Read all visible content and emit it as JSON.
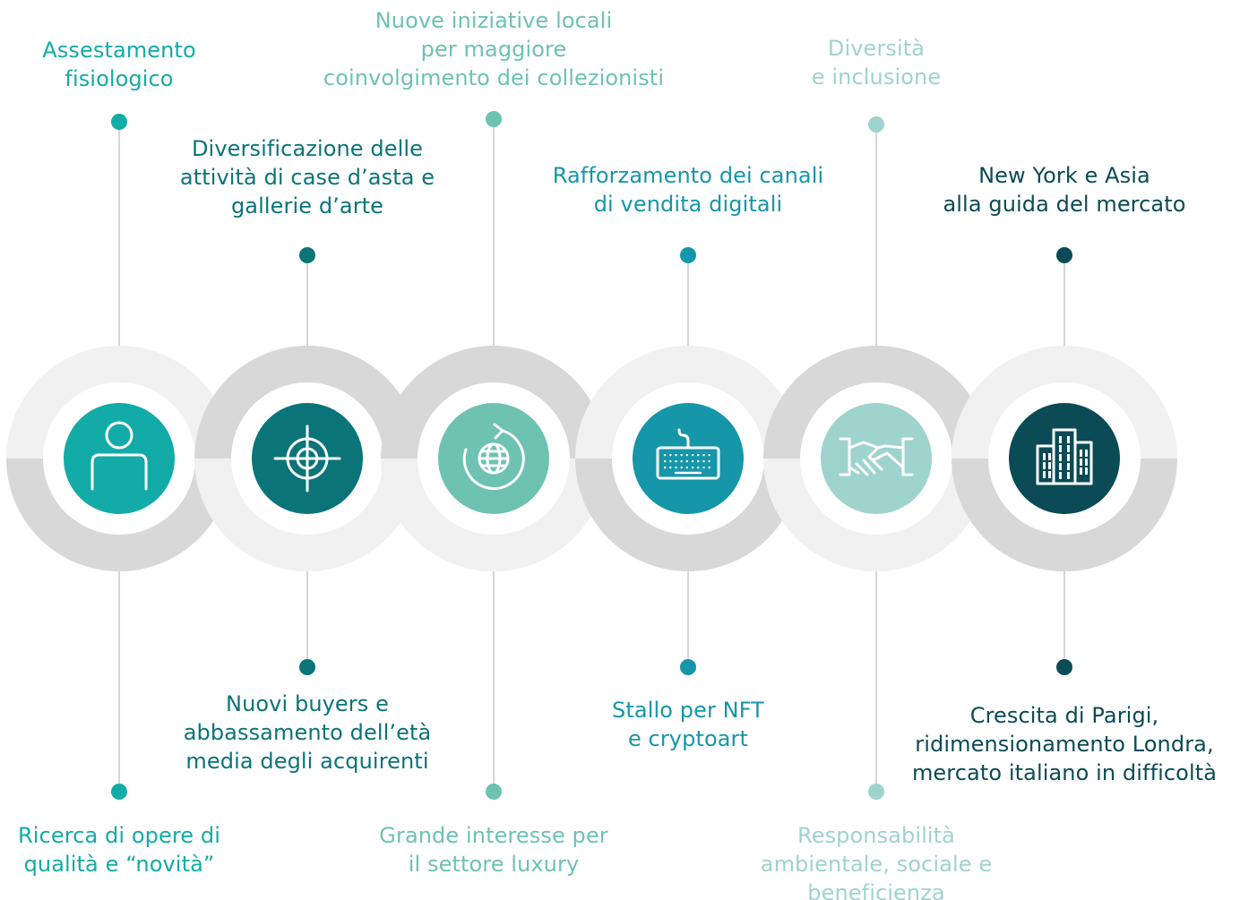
{
  "items": [
    {
      "id": "assestamento",
      "icon": "person-icon",
      "color": "#13ABA7",
      "top_text": [
        "Assestamento",
        "fisiologico"
      ],
      "bottom_text": [
        "Ricerca di opere di",
        "qualità e “novità”"
      ]
    },
    {
      "id": "diversificazione",
      "icon": "target-crosshair-icon",
      "color": "#0A7479",
      "top_text": [
        "Diversificazione delle",
        "attività di case d’asta e",
        "gallerie d’arte"
      ],
      "bottom_text": [
        "Nuovi buyers e",
        "abbassamento dell’età",
        "media degli acquirenti"
      ]
    },
    {
      "id": "iniziative",
      "icon": "globe-refresh-icon",
      "color": "#6EC2B2",
      "top_text": [
        "Nuove iniziative locali",
        "per maggiore",
        "coinvolgimento dei collezionisti"
      ],
      "bottom_text": [
        "Grande interesse per",
        "il settore luxury"
      ]
    },
    {
      "id": "digitale",
      "icon": "keyboard-icon",
      "color": "#1596A9",
      "top_text": [
        "Rafforzamento dei canali",
        "di vendita digitali"
      ],
      "bottom_text": [
        "Stallo per NFT",
        "e cryptoart"
      ]
    },
    {
      "id": "diversita",
      "icon": "handshake-icon",
      "color": "#9FD3CE",
      "top_text": [
        "Diversità",
        "e inclusione"
      ],
      "bottom_text": [
        "Responsabilità",
        "ambientale, sociale e",
        "beneficienza"
      ]
    },
    {
      "id": "mercato",
      "icon": "buildings-icon",
      "color": "#0A4B55",
      "top_text": [
        "New York e Asia",
        "alla guida del mercato"
      ],
      "bottom_text": [
        "Crescita di Parigi,",
        "ridimensionamento Londra,",
        "mercato italiano in difficoltà"
      ]
    }
  ],
  "ring_colors": {
    "light": "#F1F1F1",
    "dark": "#D8D8D8",
    "inner": "#FFFFFF",
    "stem": "#D6D6D6"
  }
}
